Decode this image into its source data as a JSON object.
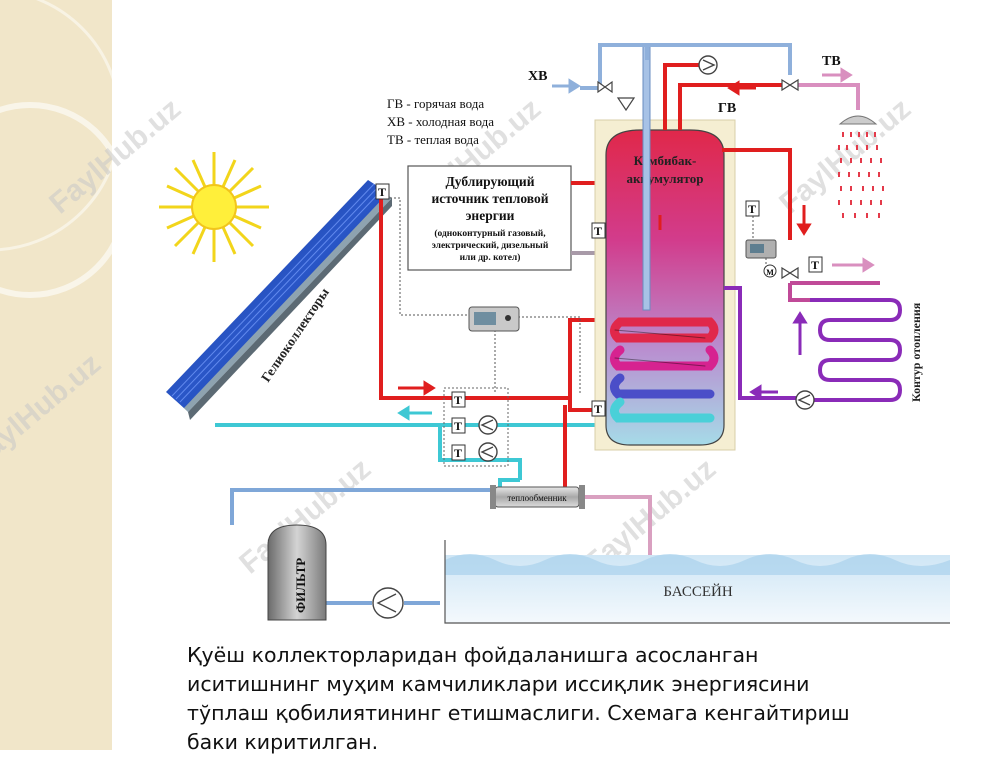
{
  "legend": {
    "hot": "ГВ - горячая вода",
    "cold": "ХВ - холодная вода",
    "warm": "ТВ - теплая вода"
  },
  "labels": {
    "xb": "ХВ",
    "tb": "ТВ",
    "gb": "ГВ",
    "tank_line1": "Комбибак-",
    "tank_line2": "аккумулятор",
    "backup_line1": "Дублирующий",
    "backup_line2": "источник тепловой",
    "backup_line3": "энергии",
    "backup_note1": "(одноконтурный газовый,",
    "backup_note2": "электрический, дизельный",
    "backup_note3": "или др. котел)",
    "collectors": "Гелиоколлекторы",
    "heating_circuit": "Контур отопления",
    "heat_exchanger": "теплообменник",
    "pool": "БАССЕЙН",
    "filter": "ФИЛЬТР",
    "sensor": "T",
    "mixer_mark": "M"
  },
  "watermark": "FaylHub.uz",
  "caption": {
    "line1": "Қуёш коллекторларидан фойдаланишга асосланган",
    "line2": "иситишнинг муҳим камчиликлари иссиқлик энергиясини",
    "line3": "тўплаш қобилиятининг етишмаслиги. Схемага кенгайтириш",
    "line4": "баки киритилган."
  },
  "colors": {
    "hot": "#e01e1e",
    "cold": "#7fa7d8",
    "warm": "#d98fbf",
    "solar": "#4ad0d8",
    "heating": "#8a2bb8"
  }
}
